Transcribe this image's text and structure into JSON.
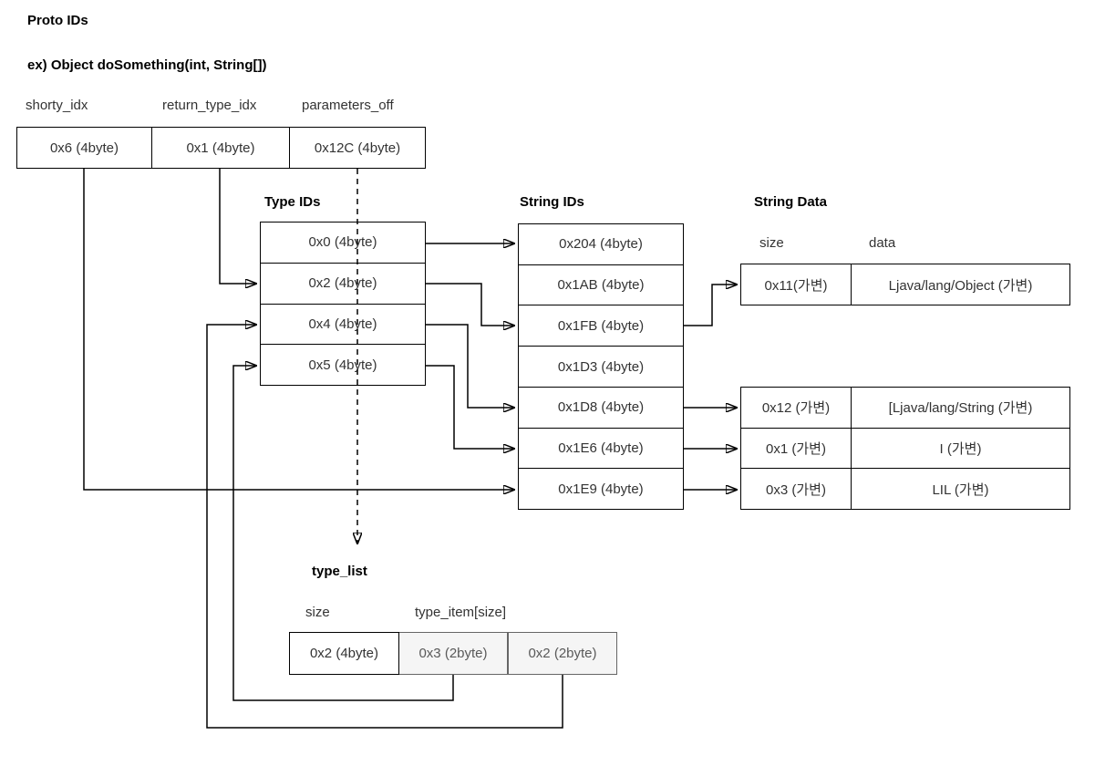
{
  "page": {
    "title": "Proto IDs",
    "example": "ex) Object doSomething(int, String[])"
  },
  "proto_table": {
    "headers": [
      "shorty_idx",
      "return_type_idx",
      "parameters_off"
    ],
    "cells": [
      "0x6 (4byte)",
      "0x1 (4byte)",
      "0x12C (4byte)"
    ]
  },
  "type_ids": {
    "title": "Type IDs",
    "rows": [
      "0x0 (4byte)",
      "0x2 (4byte)",
      "0x4 (4byte)",
      "0x5 (4byte)"
    ]
  },
  "string_ids": {
    "title": "String IDs",
    "rows": [
      "0x204 (4byte)",
      "0x1AB (4byte)",
      "0x1FB (4byte)",
      "0x1D3 (4byte)",
      "0x1D8 (4byte)",
      "0x1E6 (4byte)",
      "0x1E9 (4byte)"
    ]
  },
  "string_data": {
    "title": "String Data",
    "headers": {
      "size": "size",
      "data": "data"
    },
    "table1": {
      "rows": [
        {
          "size": "0x11(가변)",
          "data": "Ljava/lang/Object (가변)"
        }
      ]
    },
    "table2": {
      "rows": [
        {
          "size": "0x12 (가변)",
          "data": "[Ljava/lang/String (가변)"
        },
        {
          "size": "0x1 (가변)",
          "data": "I (가변)"
        },
        {
          "size": "0x3 (가변)",
          "data": "LIL (가변)"
        }
      ]
    }
  },
  "type_list": {
    "title": "type_list",
    "headers": {
      "size": "size",
      "items": "type_item[size]"
    },
    "cells": [
      "0x2 (4byte)",
      "0x3 (2byte)",
      "0x2 (2byte)"
    ]
  },
  "colors": {
    "line": "#000000",
    "text": "#333333",
    "muted_fill": "#f5f5f5",
    "muted_border": "#666666",
    "muted_text": "#595959"
  }
}
